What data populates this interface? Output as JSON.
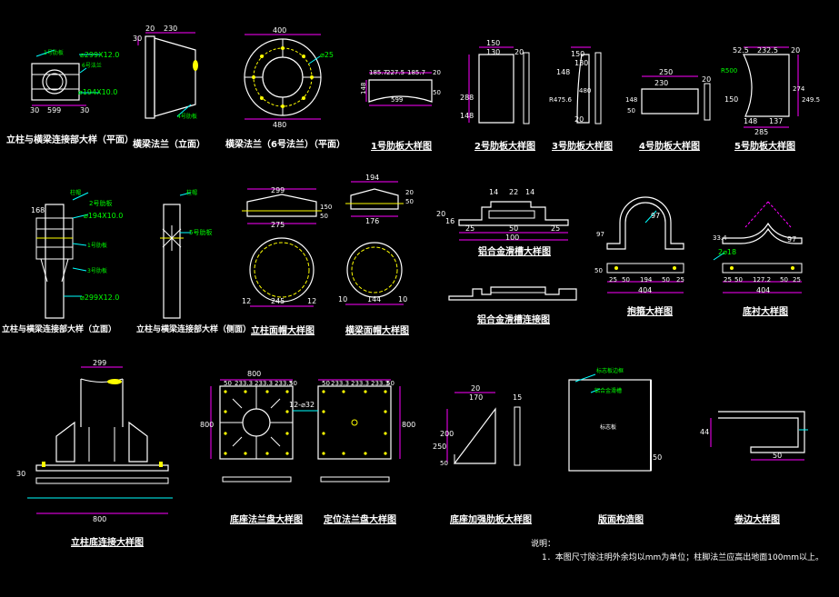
{
  "colors": {
    "background": "#000000",
    "outline": "#ffffff",
    "dimension": "#ff00ff",
    "annotation": "#00ff00",
    "leader": "#00ffff",
    "bolt": "#ffff00"
  },
  "views": {
    "v1": {
      "title": "立柱与横梁连接部大样（平面）",
      "d1": "⌀299X12.0",
      "d2": "⌀194X10.0",
      "d3": "30",
      "d4": "599",
      "d5": "30",
      "n1": "1号肋板",
      "n2": "6号法兰"
    },
    "v2": {
      "title": "横梁法兰（立面）",
      "d1": "20",
      "d2": "230",
      "d3": "30",
      "n1": "4号肋板"
    },
    "v3": {
      "title": "横梁法兰（6号法兰）（平面）",
      "d1": "400",
      "d2": "480",
      "d3": "⌀25"
    },
    "v4": {
      "title": "1号肋板大样图",
      "d1": "185.7",
      "d2": "227.5",
      "d3": "185.7",
      "d4": "20",
      "d5": "599",
      "d6": "148",
      "d7": "50"
    },
    "v5": {
      "title": "2号肋板大样图",
      "d1": "150",
      "d2": "130",
      "d3": "20",
      "d4": "288",
      "d5": "148"
    },
    "v6": {
      "title": "3号肋板大样图",
      "d1": "150",
      "d2": "130",
      "d3": "148",
      "d4": "480",
      "d5": "R475.6",
      "d6": "20"
    },
    "v7": {
      "title": "4号肋板大样图",
      "d1": "250",
      "d2": "230",
      "d3": "20",
      "d4": "148",
      "d5": "50"
    },
    "v8": {
      "title": "5号肋板大样图",
      "d1": "52.5",
      "d2": "232.5",
      "d3": "20",
      "d4": "274",
      "d5": "249.5",
      "d6": "148",
      "d7": "137",
      "d8": "285",
      "d9": "150",
      "d10": "R500"
    },
    "v9": {
      "title": "立柱与横梁连接部大样（立面）",
      "d1": "168",
      "d2": "⌀194X10.0",
      "d3": "⌀299X12.0",
      "n1": "柱帽",
      "n2": "2号肋板",
      "n3": "1号肋板",
      "n4": "3号肋板"
    },
    "v10": {
      "title": "立柱与横梁连接部大样（侧面）",
      "n1": "柱帽",
      "n2": "5号肋板"
    },
    "v11": {
      "title": "立柱面帽大样图",
      "d1": "299",
      "d2": "275",
      "d3": "12",
      "d4": "245",
      "d5": "12",
      "d6": "150",
      "d7": "50"
    },
    "v12": {
      "title": "横梁面帽大样图",
      "d1": "194",
      "d2": "176",
      "d3": "10",
      "d4": "144",
      "d5": "10",
      "d6": "20",
      "d7": "50"
    },
    "v13": {
      "title": "铝合金滑槽大样图",
      "d1": "14",
      "d2": "22",
      "d3": "14",
      "d4": "25",
      "d5": "50",
      "d6": "25",
      "d7": "100",
      "d8": "20",
      "d9": "16"
    },
    "v14": {
      "title": "铝合金滑槽连接图"
    },
    "v15": {
      "title": "抱箍大样图",
      "d1": "97",
      "d2": "97",
      "d3": "50",
      "d4": "25",
      "d5": "50",
      "d6": "194",
      "d7": "50",
      "d8": "25",
      "d9": "404"
    },
    "v16": {
      "title": "底衬大样图",
      "d1": "2⌀18",
      "d2": "33.4",
      "d3": "97",
      "d4": "25",
      "d5": "50",
      "d6": "127.2",
      "d7": "50",
      "d8": "25",
      "d9": "404"
    },
    "v17": {
      "title": "立柱底连接大样图",
      "d1": "299",
      "d2": "800",
      "d3": "30"
    },
    "v18": {
      "title": "底座法兰盘大样图",
      "d1": "800",
      "d2": "50",
      "d3": "233.3",
      "d4": "233.3",
      "d5": "233.3",
      "d6": "50",
      "d7": "800"
    },
    "v19": {
      "title": "定位法兰盘大样图",
      "d1": "50",
      "d2": "233.3",
      "d3": "233.3",
      "d4": "233.3",
      "d5": "50",
      "d6": "12-⌀32",
      "d7": "800"
    },
    "v20": {
      "title": "底座加强肋板大样图",
      "d1": "20",
      "d2": "170",
      "d3": "15",
      "d4": "200",
      "d5": "250",
      "d6": "50"
    },
    "v21": {
      "title": "版面构造图",
      "n1": "标志板边框",
      "n2": "铝合金滑槽",
      "n3": "标志板",
      "d1": "50"
    },
    "v22": {
      "title": "卷边大样图",
      "d1": "50",
      "d2": "44"
    }
  },
  "notes": {
    "heading": "说明：",
    "line1": "1．本图尺寸除注明外余均以mm为单位；柱脚法兰应高出地面100mm以上。"
  }
}
